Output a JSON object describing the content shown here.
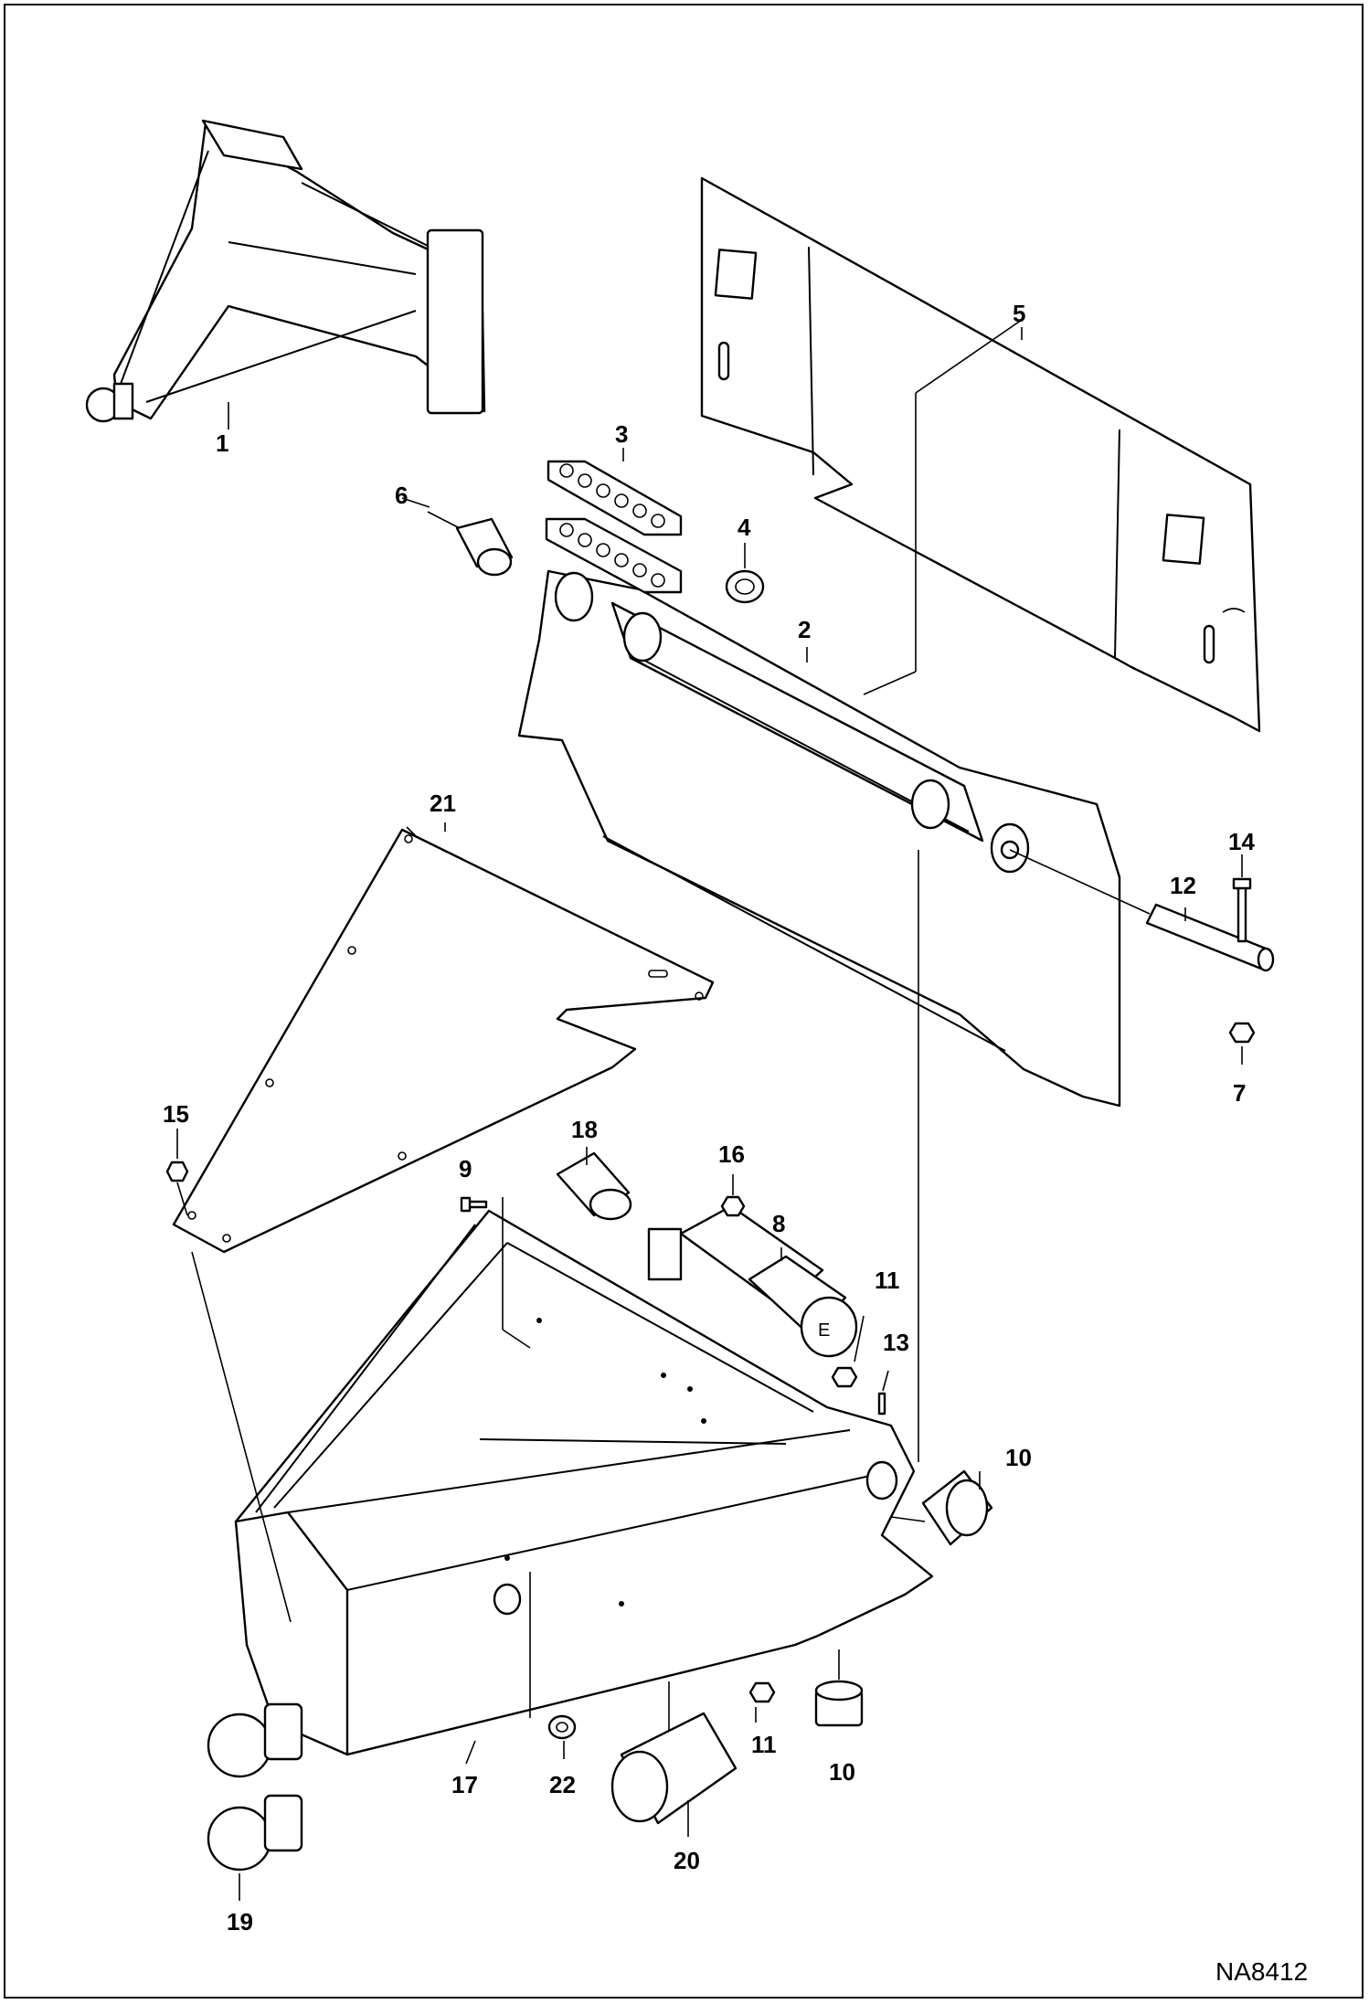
{
  "diagram": {
    "drawing_id": "NA8412",
    "callouts": {
      "c1": "1",
      "c2": "2",
      "c3": "3",
      "c4": "4",
      "c5": "5",
      "c6": "6",
      "c7": "7",
      "c8": "8",
      "c9": "9",
      "c10a": "10",
      "c10b": "10",
      "c11a": "11",
      "c11b": "11",
      "c12": "12",
      "c13": "13",
      "c14": "14",
      "c15": "15",
      "c16": "16",
      "c17": "17",
      "c18": "18",
      "c19": "19",
      "c20": "20",
      "c21": "21",
      "c22": "22"
    }
  }
}
